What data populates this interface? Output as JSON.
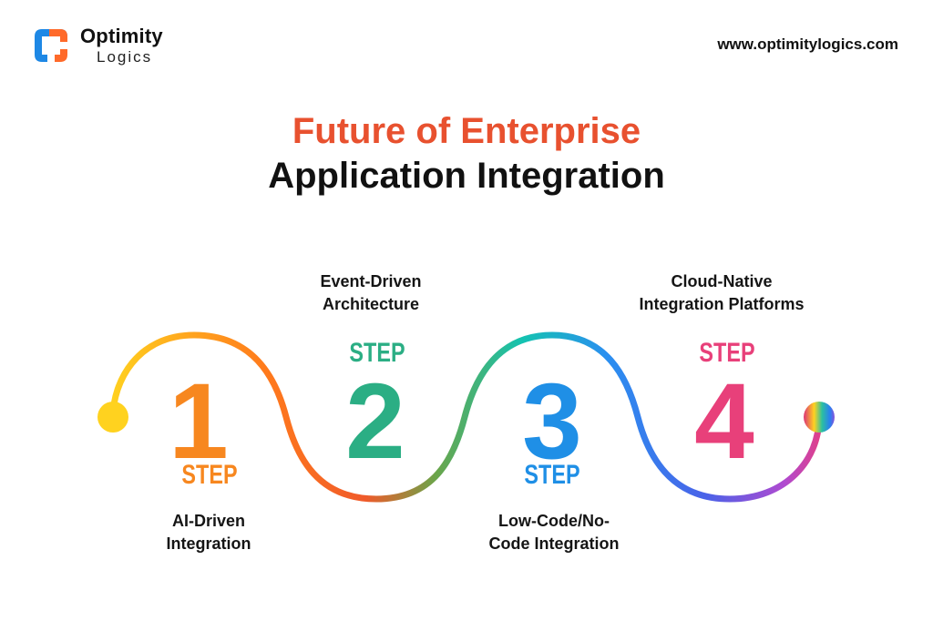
{
  "brand": {
    "name_line1": "Optimity",
    "name_line2": "Logics",
    "logo_colors": [
      "#ff6a2a",
      "#1e88e5"
    ]
  },
  "header": {
    "url": "www.optimitylogics.com"
  },
  "title": {
    "line1": "Future of Enterprise",
    "line2": "Application Integration",
    "line1_color": "#e8512f",
    "line2_color": "#111111"
  },
  "steps": [
    {
      "number": "1",
      "step_word": "STEP",
      "label": "AI-Driven\nIntegration",
      "color": "#f7871f"
    },
    {
      "number": "2",
      "step_word": "STEP",
      "label": "Event-Driven\nArchitecture",
      "color": "#2bae84"
    },
    {
      "number": "3",
      "step_word": "STEP",
      "label": "Low-Code/No-\nCode Integration",
      "color": "#1f8fe6"
    },
    {
      "number": "4",
      "step_word": "STEP",
      "label": "Cloud-Native\nIntegration Platforms",
      "color": "#e8407a"
    }
  ]
}
